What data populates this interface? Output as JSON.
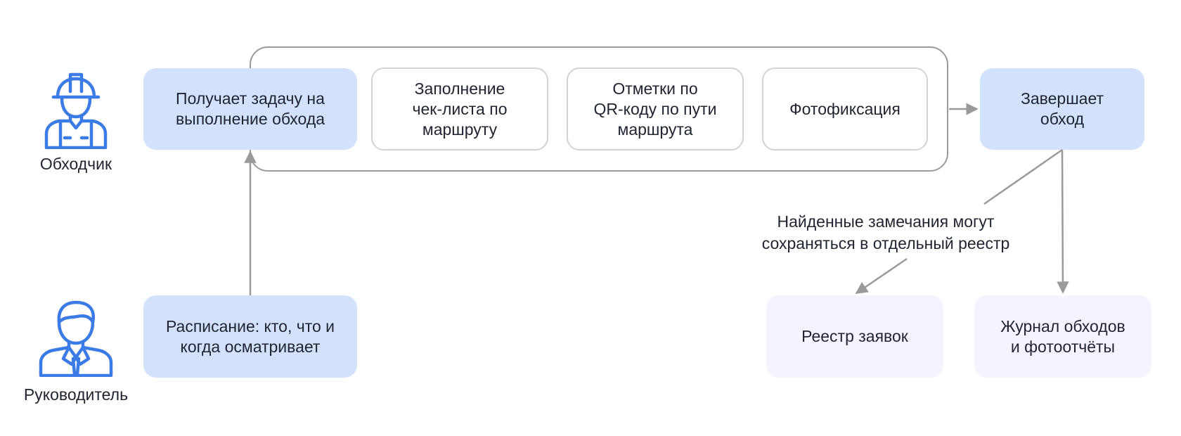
{
  "roles": {
    "walker": {
      "label": "Обходчик",
      "icon": "worker-hardhat-icon"
    },
    "manager": {
      "label": "Руководитель",
      "icon": "manager-tie-icon"
    }
  },
  "steps": {
    "receive_task": "Получает задачу на\nвыполнение обхода",
    "checklist": "Заполнение\nчек-листа по\nмаршруту",
    "qr_marks": "Отметки по\nQR-коду по пути\nмаршрута",
    "photo": "Фотофиксация",
    "finish": "Завершает\nобход",
    "schedule": "Расписание: кто, что и\nкогда осматривает"
  },
  "outputs": {
    "registry": "Реестр заявок",
    "journal": "Журнал обходов\nи фотоотчёты"
  },
  "note": "Найденные замечания могут\nсохраняться в отдельный реестр",
  "colors": {
    "primary_box": "#d2e1fc",
    "output_box": "#f5f3ff",
    "icon": "#3b7be6",
    "arrow": "#9a9a9a",
    "frame": "#9a9a9a",
    "outline": "#d3d3d3"
  }
}
